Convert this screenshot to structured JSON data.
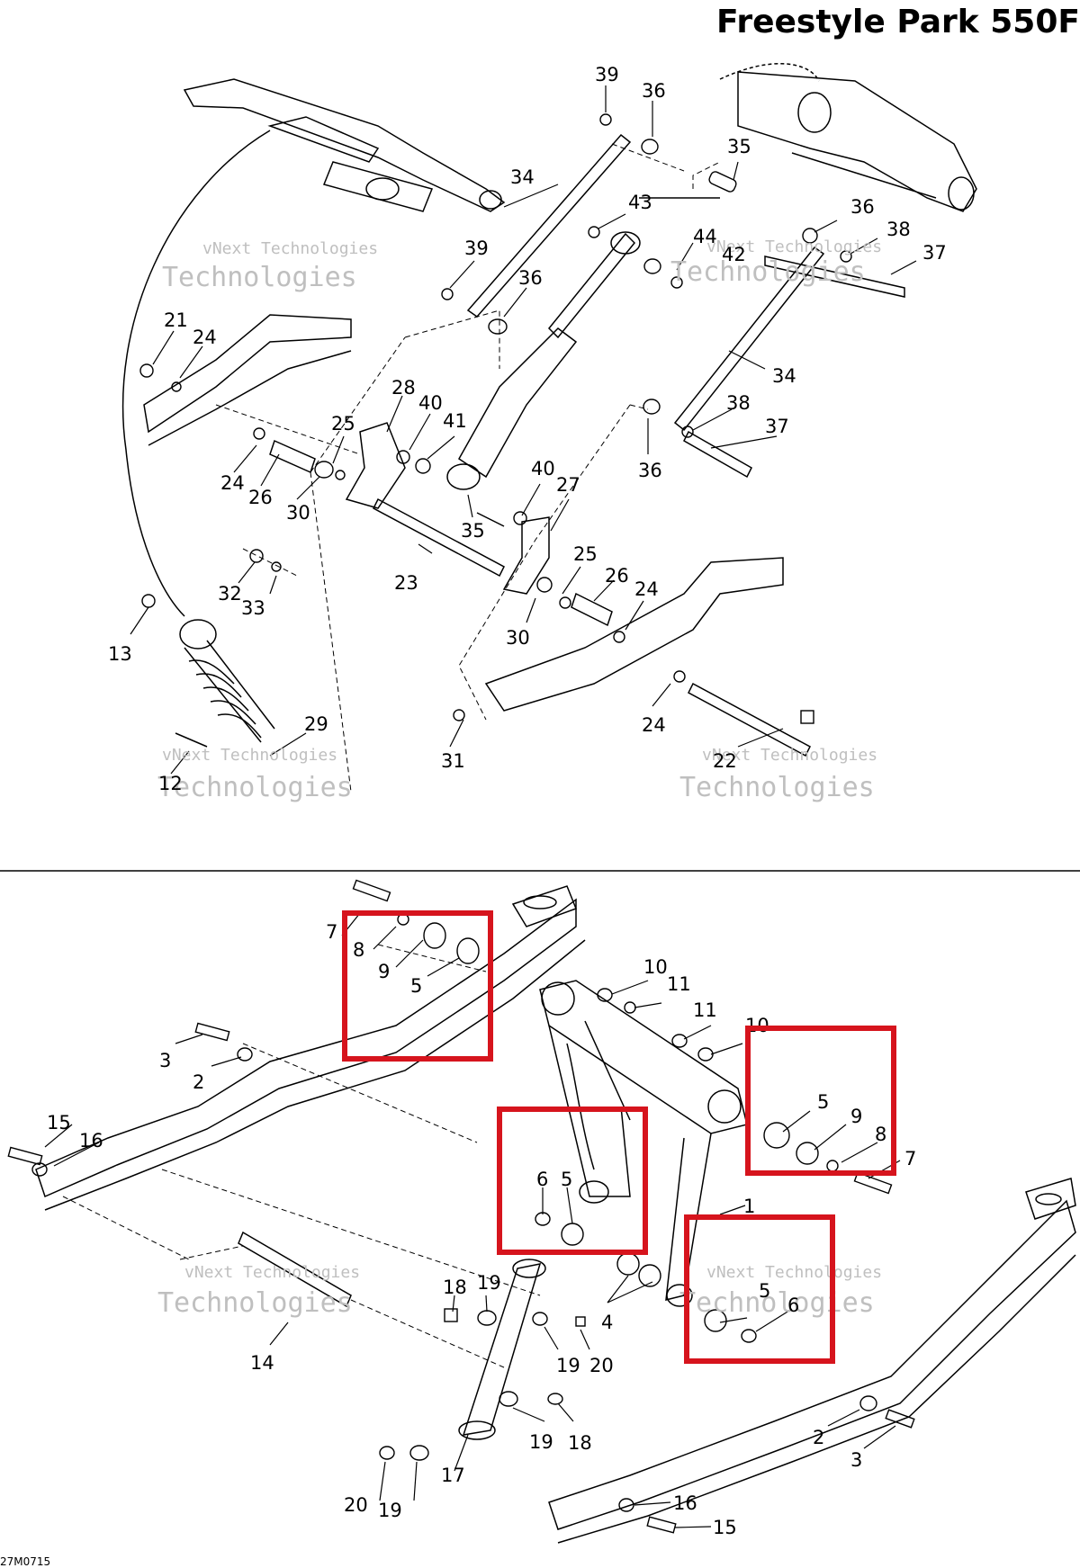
{
  "title": "Freestyle Park 550F",
  "drawing_code": "27M0715",
  "watermark": {
    "line1": "vNext Technologies",
    "line2": "Technologies"
  },
  "colors": {
    "highlight": "#d6141d",
    "line": "#000000",
    "watermark": "#bfbfbf"
  },
  "top_callouts": [
    "39",
    "36",
    "35",
    "34",
    "43",
    "44",
    "42",
    "36",
    "38",
    "37",
    "39",
    "36",
    "21",
    "24",
    "34",
    "28",
    "40",
    "41",
    "25",
    "38",
    "37",
    "24",
    "26",
    "30",
    "40",
    "27",
    "35",
    "36",
    "25",
    "26",
    "24",
    "32",
    "33",
    "23",
    "30",
    "13",
    "24",
    "29",
    "31",
    "22",
    "12"
  ],
  "bottom_callouts": [
    "7",
    "8",
    "9",
    "5",
    "10",
    "11",
    "3",
    "2",
    "11",
    "10",
    "5",
    "9",
    "8",
    "7",
    "15",
    "16",
    "6",
    "5",
    "1",
    "18",
    "19",
    "5",
    "6",
    "14",
    "4",
    "19",
    "20",
    "17",
    "19",
    "18",
    "2",
    "3",
    "20",
    "19",
    "16",
    "15"
  ]
}
